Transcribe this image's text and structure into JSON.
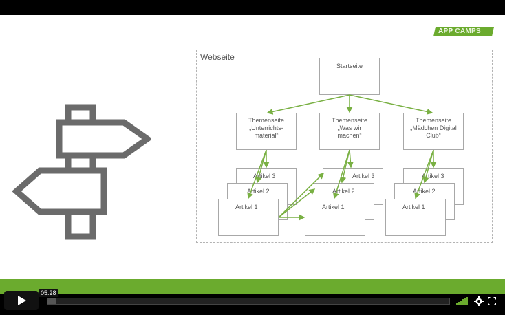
{
  "logo": {
    "app": "APP",
    "camps": "CAMPS"
  },
  "diagram": {
    "title": "Webseite",
    "start_page": "Startseite",
    "topics": [
      {
        "line1": "Themenseite",
        "line2": "„Unterrichts-",
        "line3": "material“"
      },
      {
        "line1": "Themenseite",
        "line2": "„Was wir",
        "line3": "machen“"
      },
      {
        "line1": "Themenseite",
        "line2": "„Mädchen Digital",
        "line3": "Club“"
      }
    ],
    "article_labels": [
      "Artikel 3",
      "Artikel 2",
      "Artikel 1"
    ]
  },
  "player": {
    "time": "05:28",
    "progress_fraction": 0.02
  },
  "icons": [
    "play-icon",
    "volume-icon",
    "gear-icon",
    "fullscreen-icon",
    "signpost-icon"
  ],
  "colors": {
    "accent": "#6bab2e",
    "sign": "#6b6b6b",
    "arrow": "#79b043"
  }
}
